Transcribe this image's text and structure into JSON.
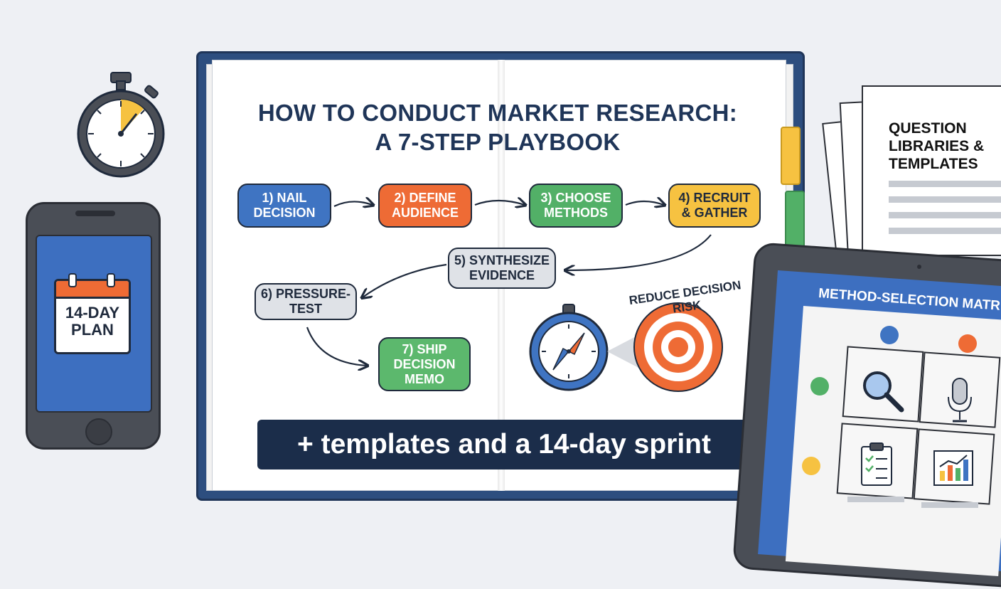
{
  "title": {
    "line1": "HOW TO CONDUCT MARKET RESEARCH:",
    "line2": "A 7-STEP PLAYBOOK"
  },
  "steps": [
    {
      "label": "1) NAIL DECISION",
      "color": "#3f74c2"
    },
    {
      "label": "2) DEFINE AUDIENCE",
      "color": "#ee6b35"
    },
    {
      "label": "3) CHOOSE METHODS",
      "color": "#52b067"
    },
    {
      "label": "4) RECRUIT & GATHER",
      "color": "#f6c241"
    },
    {
      "label": "5) SYNTHESIZE EVIDENCE",
      "color": "#dfe2e7"
    },
    {
      "label": "6) PRESSURE-TEST",
      "color": "#dfe2e7"
    },
    {
      "label": "7) SHIP DECISION MEMO",
      "color": "#5cb86d"
    }
  ],
  "target": {
    "caption": "REDUCE DECISION RISK",
    "icons": [
      "compass-icon",
      "target-icon"
    ]
  },
  "banner": "+ templates and a 14-day sprint",
  "phone": {
    "calendar_line1": "14-DAY",
    "calendar_line2": "PLAN",
    "icons": [
      "calendar-icon"
    ]
  },
  "stopwatch": {
    "icons": [
      "stopwatch-icon"
    ]
  },
  "documents": {
    "title_line1": "QUESTION",
    "title_line2": "LIBRARIES &",
    "title_line3": "TEMPLATES"
  },
  "tablet": {
    "title": "METHOD-SELECTION MATR",
    "icons": [
      "magnifier-icon",
      "microphone-icon",
      "clipboard-icon",
      "bar-chart-icon"
    ]
  },
  "colors": {
    "navy": "#1f3558",
    "blue": "#3f74c2",
    "orange": "#ee6b35",
    "green": "#52b067",
    "yellow": "#f6c241",
    "grey": "#dfe2e7"
  }
}
